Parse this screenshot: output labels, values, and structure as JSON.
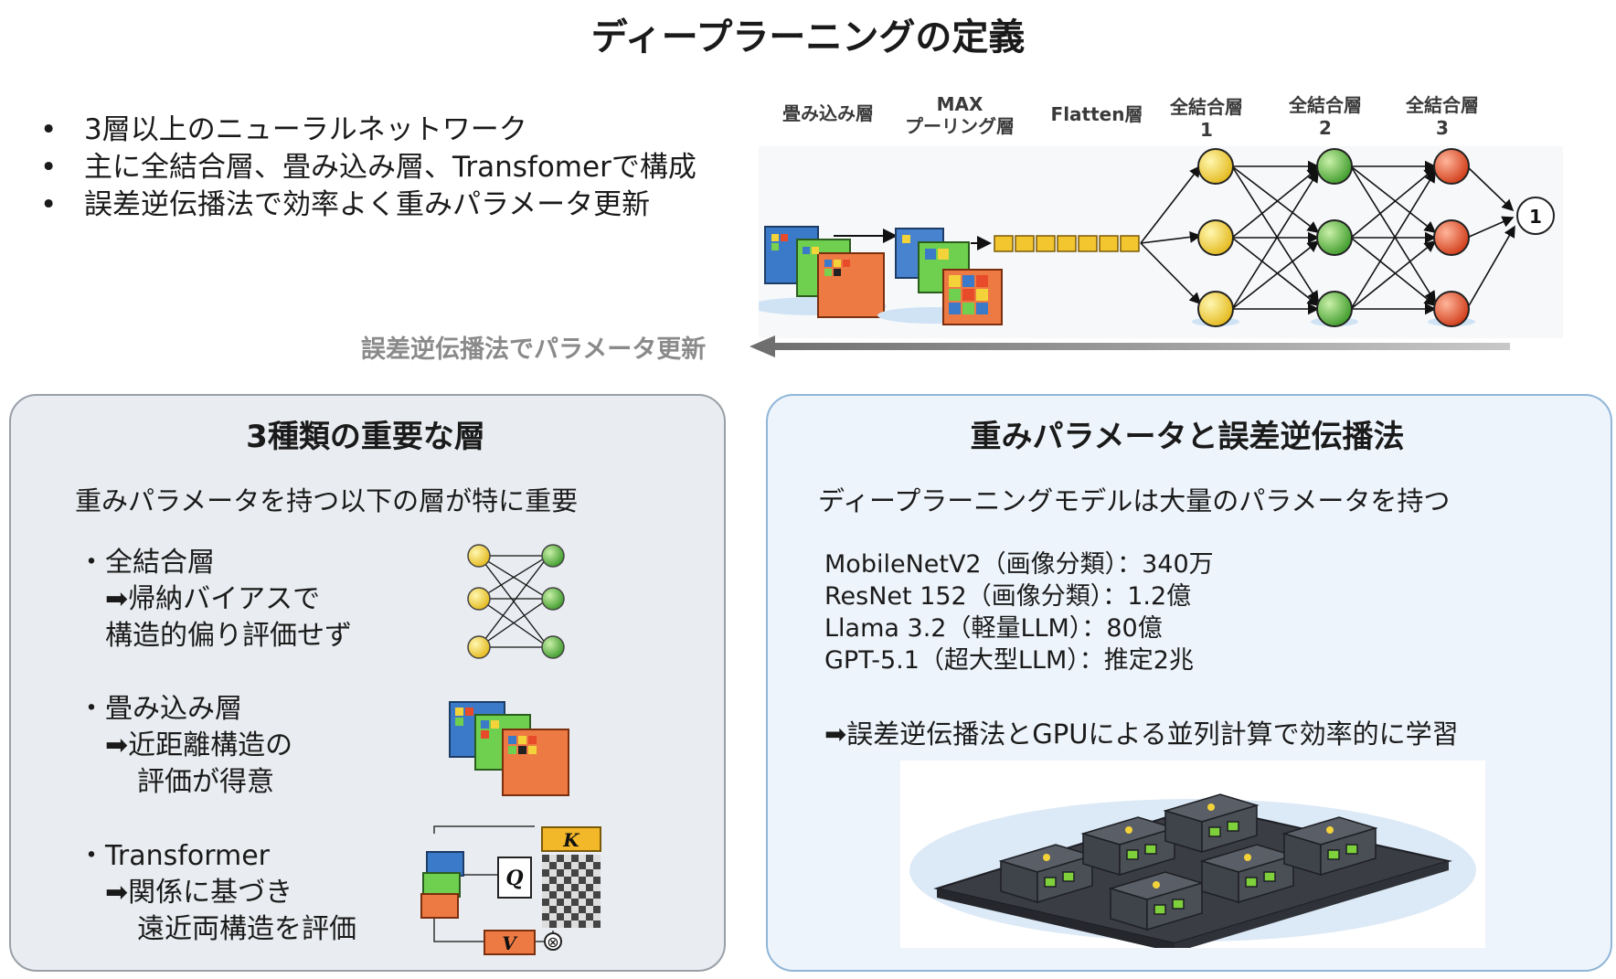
{
  "title": "ディープラーニングの定義",
  "bullets": [
    "3層以上のニューラルネットワーク",
    "主に全結合層、畳み込み層、Transfomerで構成",
    "誤差逆伝播法で効率よく重みパラメータ更新"
  ],
  "diagram": {
    "labels": {
      "conv": "畳み込み層",
      "maxpool_line1": "MAX",
      "maxpool_line2": "プーリング層",
      "flatten": "Flatten層",
      "fc1_line1": "全結合層",
      "fc1_line2": "1",
      "fc2_line1": "全結合層",
      "fc2_line2": "2",
      "fc3_line1": "全結合層",
      "fc3_line2": "3"
    },
    "output_label": "1",
    "backprop_label": "誤差逆伝播法でパラメータ更新",
    "colors": {
      "fc1": "#f2d23a",
      "fc2": "#6cc24a",
      "fc3": "#e8572f"
    }
  },
  "left_panel": {
    "title": "3種類の重要な層",
    "subtitle": "重みパラメータを持つ以下の層が特に重要",
    "items": [
      {
        "name": "・全結合層",
        "line1": "➡帰納バイアスで",
        "line2": "構造的偏り評価せず"
      },
      {
        "name": "・畳み込み層",
        "line1": "➡近距離構造の",
        "line2": "評価が得意"
      },
      {
        "name": "・Transformer",
        "line1": "➡関係に基づき",
        "line2": "遠近両構造を評価"
      }
    ],
    "transformer_labels": {
      "k": "K",
      "q": "Q",
      "v": "V",
      "mult": "⊗"
    }
  },
  "right_panel": {
    "title": "重みパラメータと誤差逆伝播法",
    "subtitle": "ディープラーニングモデルは大量のパラメータを持つ",
    "models": [
      "MobileNetV2（画像分類）：340万",
      "ResNet 152（画像分類）：1.2億",
      "Llama 3.2（軽量LLM）：80億",
      "GPT-5.1（超大型LLM）：推定2兆"
    ],
    "conclusion": "➡誤差逆伝播法とGPUによる並列計算で効率的に学習"
  }
}
